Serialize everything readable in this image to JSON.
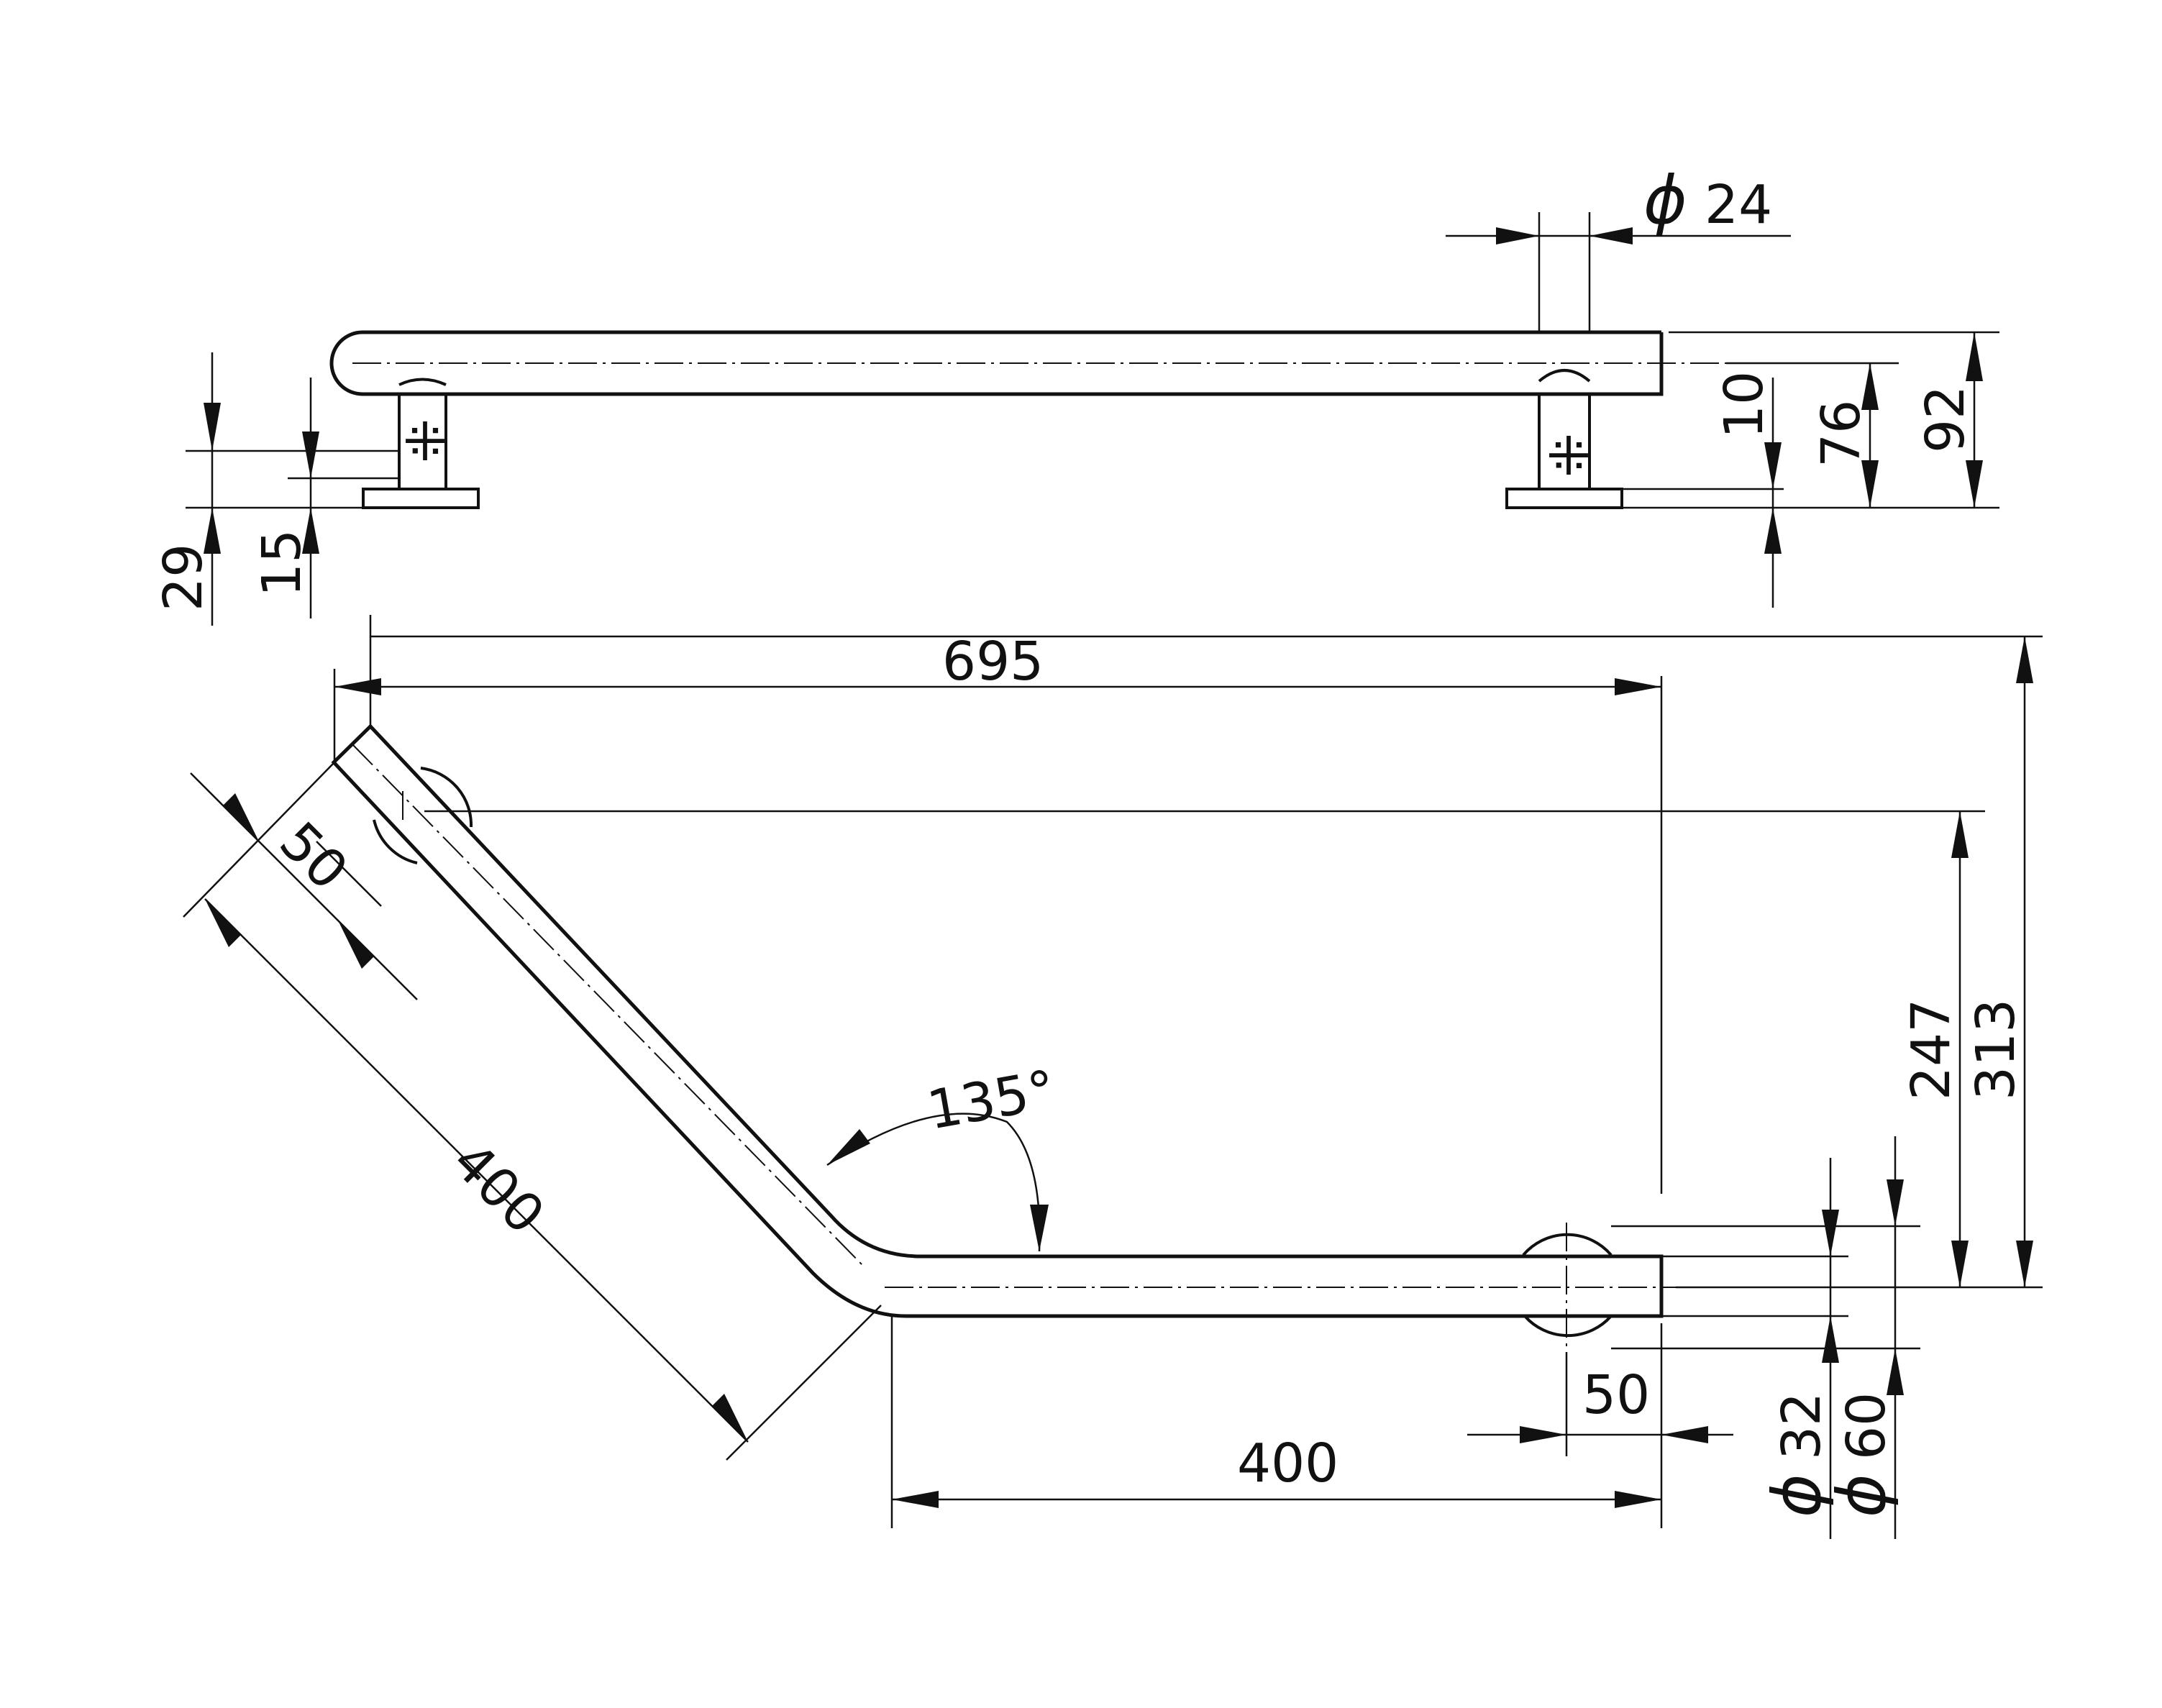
{
  "drawing": {
    "top_view": {
      "dim_tube_diameter": "24",
      "dim_height_total": "92",
      "dim_height_axis": "76",
      "dim_base_offset": "10",
      "dim_screw_upper": "29",
      "dim_screw_lower": "15"
    },
    "plan_view": {
      "dim_overall_width": "695",
      "dim_overall_depth": "313",
      "dim_axis_depth": "247",
      "dim_angle": "135°",
      "dim_leg_angled": "400",
      "dim_leg_straight": "400",
      "dim_end_offset_left": "50",
      "dim_end_offset_right": "50",
      "dim_tube_diameter": "32",
      "dim_flange_diameter": "60"
    },
    "diameter_symbol": "ϕ"
  }
}
